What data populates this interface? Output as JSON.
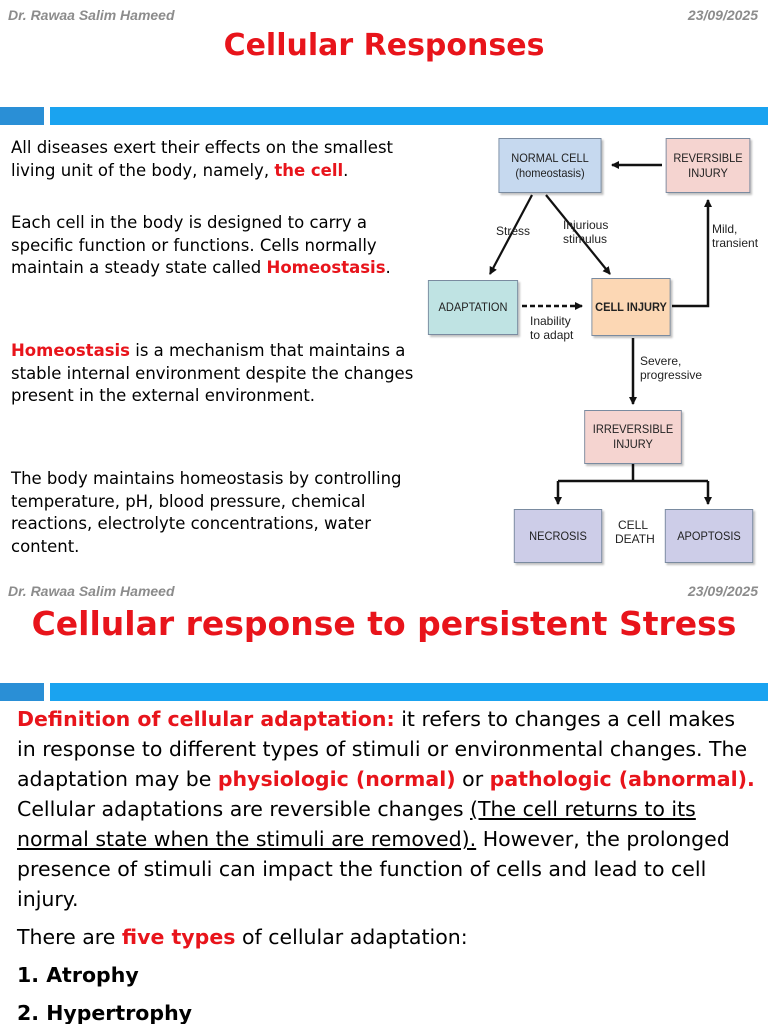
{
  "slide1": {
    "author": "Dr. Rawaa Salim Hameed",
    "date": "23/09/2025",
    "title": "Cellular Responses",
    "p1": {
      "text": "All diseases exert their effects on the smallest living unit of the body, namely, ",
      "red": "the cell",
      "end": "."
    },
    "p2": {
      "text": "Each cell in the body is designed to carry a specific function or functions. Cells normally maintain a steady state called ",
      "red": "Homeostasis",
      "end": "."
    },
    "p3": {
      "red": "Homeostasis",
      "text": " is a mechanism that maintains a stable internal environment despite the changes present in the external environment."
    },
    "p4": {
      "text": "The body maintains homeostasis by controlling temperature, pH, blood pressure, chemical reactions, electrolyte concentrations, water content."
    },
    "diagram": {
      "normal_cell": {
        "line1": "NORMAL CELL",
        "line2": "(homeostasis)"
      },
      "reversible": {
        "line1": "REVERSIBLE",
        "line2": "INJURY"
      },
      "adaptation": "ADAPTATION",
      "cell_injury": "CELL INJURY",
      "irreversible": {
        "line1": "IRREVERSIBLE",
        "line2": "INJURY"
      },
      "necrosis": "NECROSIS",
      "apoptosis": "APOPTOSIS",
      "cell_death": {
        "line1": "CELL",
        "line2": "DEATH"
      },
      "stress": "Stress",
      "injurious": {
        "line1": "Injurious",
        "line2": "stimulus"
      },
      "mild": {
        "line1": "Mild,",
        "line2": "transient"
      },
      "inability": {
        "line1": "Inability",
        "line2": "to adapt"
      },
      "severe": {
        "line1": "Severe,",
        "line2": "progressive"
      },
      "colors": {
        "blue": "#c6d9ef",
        "pink": "#f5d4d0",
        "teal": "#bfe3e3",
        "orange": "#fcd7b4",
        "purple": "#cdcde8"
      }
    }
  },
  "slide2": {
    "author": "Dr. Rawaa Salim Hameed",
    "date": "23/09/2025",
    "title": "Cellular response to persistent Stress",
    "def_label": "Definition of cellular adaptation:",
    "def_text1": " it refers to changes a cell makes in response to different types of stimuli or environmental changes. The adaptation may be ",
    "physiologic": "physiologic (normal)",
    "or": " or ",
    "pathologic": "pathologic (abnormal).",
    "def_text2": " Cellular adaptations are reversible changes ",
    "underlined": "(The cell returns to its normal state when the stimuli are removed).",
    "def_text3": " However, the prolonged presence of stimuli can impact the function of cells and lead to cell injury.",
    "types_pre": "There are ",
    "types_red": "five types",
    "types_post": " of cellular adaptation:",
    "items": [
      "1. Atrophy",
      "2. Hypertrophy"
    ]
  }
}
